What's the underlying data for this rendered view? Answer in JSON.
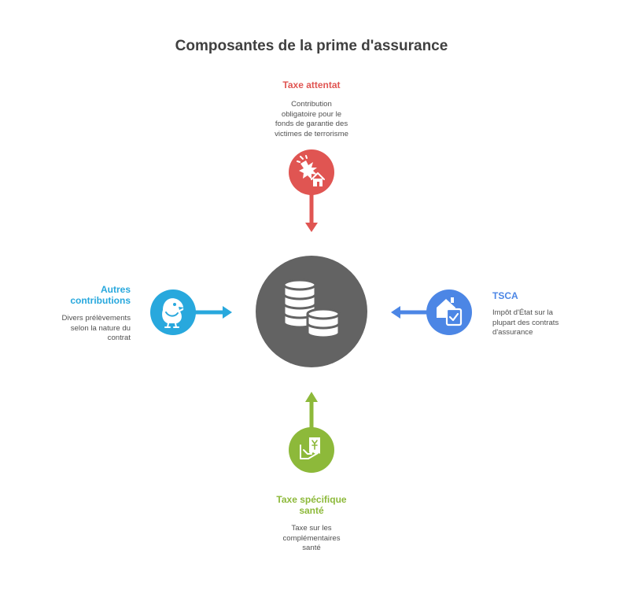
{
  "title": "Composantes de la prime d'assurance",
  "colors": {
    "center": "#636363",
    "top": "#E05552",
    "right": "#4C86E5",
    "bottom": "#8DB93A",
    "left": "#28A8DD",
    "title": "#404040",
    "text": "#505050"
  },
  "center": {
    "icon": "coins-stack-icon"
  },
  "components": {
    "top": {
      "label": "Taxe attentat",
      "description_lines": [
        "Contribution",
        "obligatoire pour le",
        "fonds de garantie des",
        "victimes de terrorisme"
      ],
      "icon": "explosion-house-icon"
    },
    "right": {
      "label": "TSCA",
      "description_lines": [
        "Impôt d'État sur la",
        "plupart des contrats",
        "d'assurance"
      ],
      "icon": "house-document-icon"
    },
    "bottom": {
      "label_lines": [
        "Taxe spécifique",
        "santé"
      ],
      "description_lines": [
        "Taxe sur les",
        "complémentaires",
        "santé"
      ],
      "icon": "hand-receipt-yen-icon"
    },
    "left": {
      "label_lines": [
        "Autres",
        "contributions"
      ],
      "description_lines": [
        "Divers prélèvements",
        "selon la nature du",
        "contrat"
      ],
      "icon": "chick-icon"
    }
  }
}
